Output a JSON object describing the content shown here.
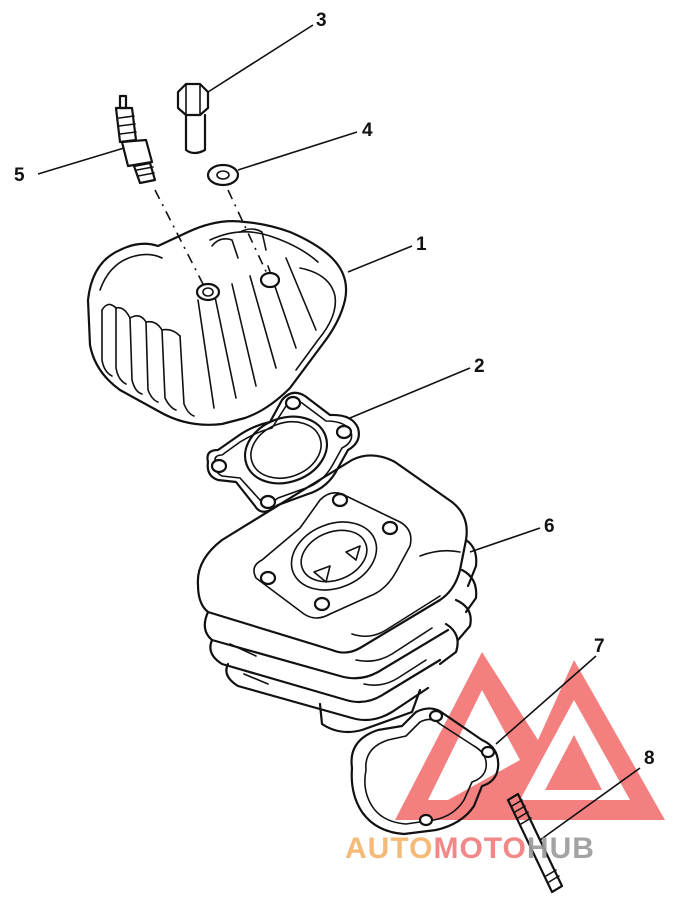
{
  "callouts": [
    {
      "id": "1",
      "label": "1"
    },
    {
      "id": "2",
      "label": "2"
    },
    {
      "id": "3",
      "label": "3"
    },
    {
      "id": "4",
      "label": "4"
    },
    {
      "id": "5",
      "label": "5"
    },
    {
      "id": "6",
      "label": "6"
    },
    {
      "id": "7",
      "label": "7"
    },
    {
      "id": "8",
      "label": "8"
    }
  ],
  "watermark": {
    "part_a": "AUTO",
    "part_b": "MOTO",
    "part_c": "HUB",
    "colors": {
      "part_a": "#f4b26a",
      "part_b": "#f07b7b",
      "part_c": "#9a9a9a",
      "triangle": "#ef5555"
    }
  }
}
